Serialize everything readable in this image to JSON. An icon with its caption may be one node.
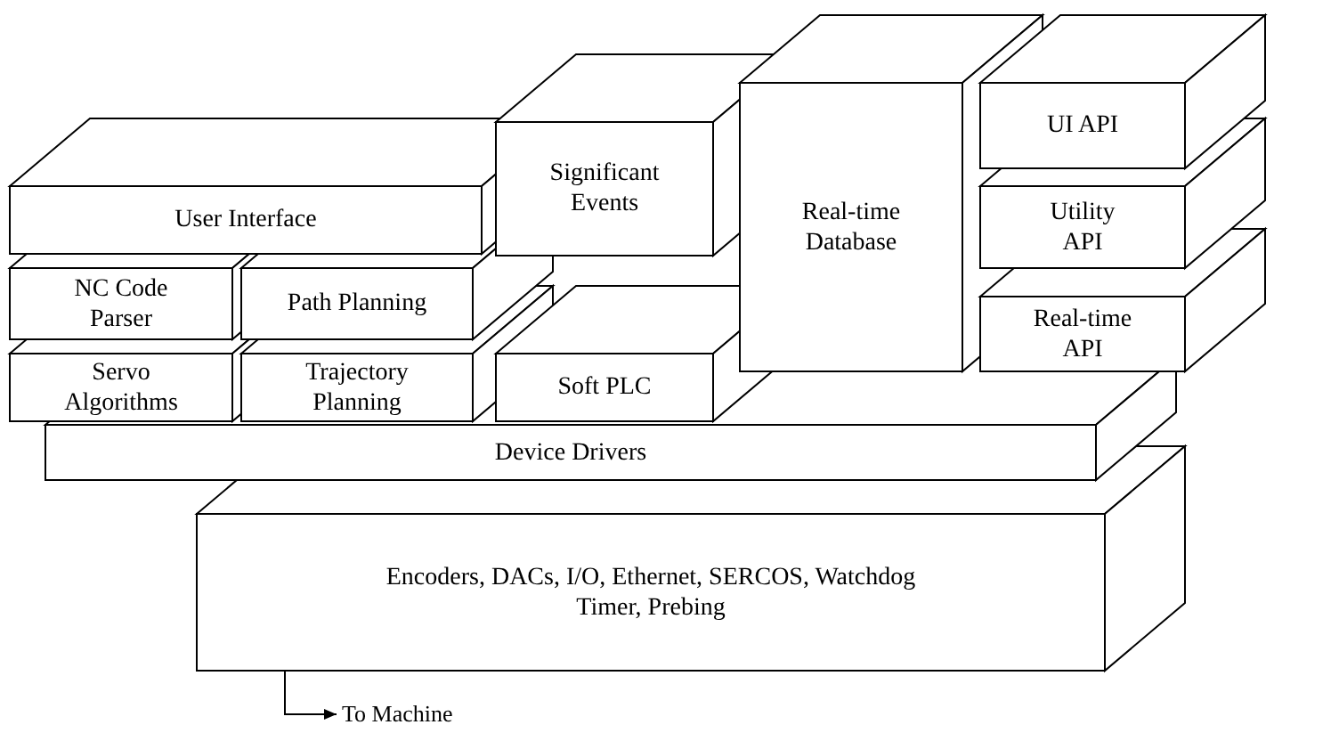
{
  "diagram": {
    "nodes": [
      {
        "text": [
          "User Interface"
        ]
      },
      {
        "text": [
          "NC Code Parser"
        ]
      },
      {
        "text": [
          "Path Planning"
        ]
      },
      {
        "text": [
          "Significant Events"
        ]
      },
      {
        "text": [
          "Real-time Database"
        ]
      },
      {
        "text": [
          "UI API"
        ]
      },
      {
        "text": [
          "Utility API"
        ]
      },
      {
        "text": [
          "Servo Algorithms"
        ]
      },
      {
        "text": [
          "Trajectory Planning"
        ]
      },
      {
        "text": [
          "Soft PLC"
        ]
      },
      {
        "text": [
          "Real-time API"
        ]
      },
      {
        "text": [
          "Device Drivers"
        ]
      },
      {
        "text": [
          "Encoders, DACs, I/O, Ethernet, SERCOS, Watchdog Timer, Prebing"
        ]
      },
      {
        "text": [
          "To Machine"
        ]
      }
    ],
    "edges": [
      {
        "from": 12,
        "to": 13,
        "arrow": "to"
      }
    ]
  }
}
